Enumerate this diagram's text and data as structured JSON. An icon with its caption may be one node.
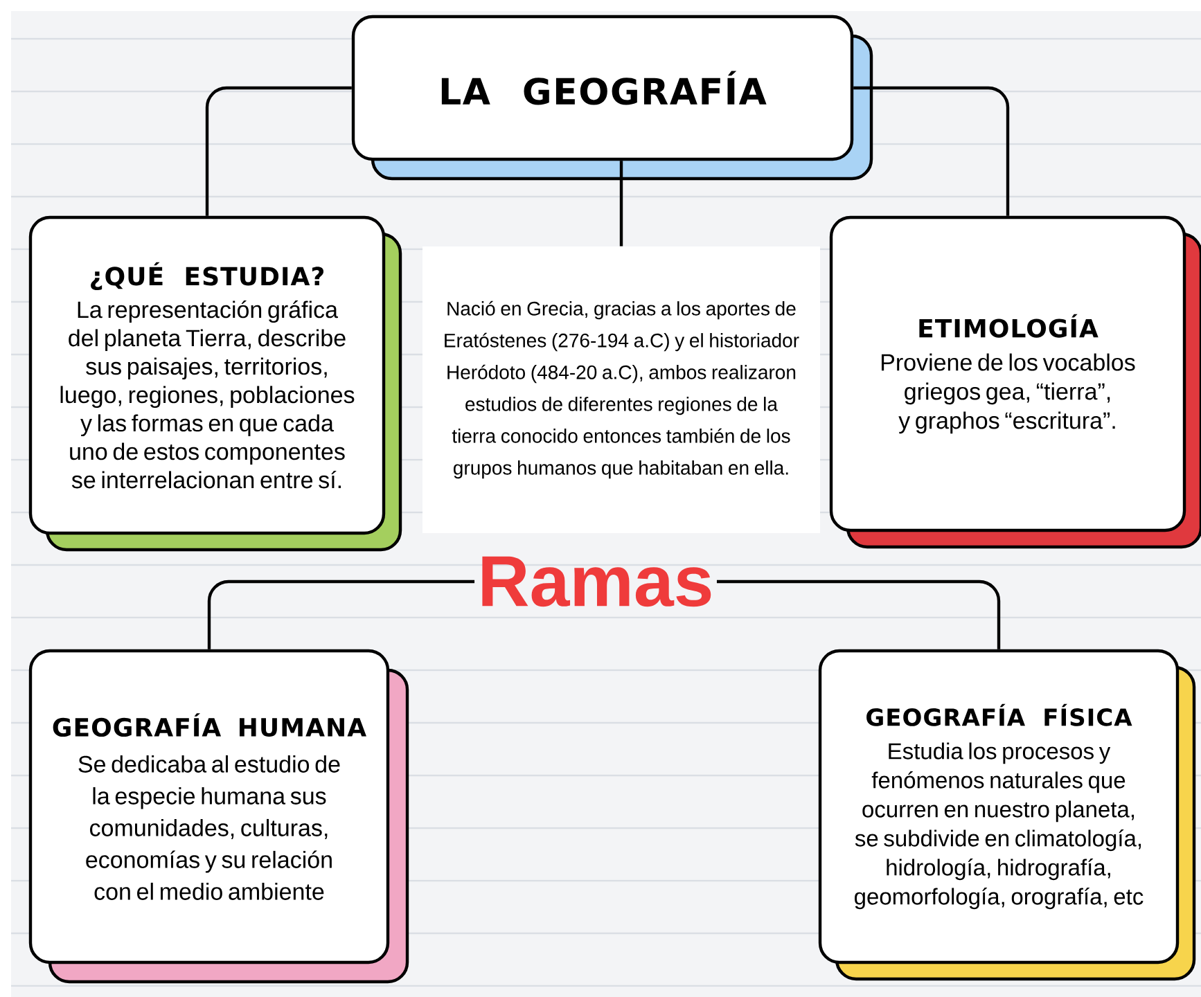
{
  "diagram": {
    "nodes": [
      {
        "text": [
          "LA GEOGRAFÍA"
        ]
      },
      {
        "text": [
          "¿QUÉ ESTUDIA?",
          "La representación gráfica del planeta Tierra, describe sus paisajes, territorios, luego, regiones, poblaciones y las formas en que cada uno de estos componentes se interrelacionan entre sí."
        ]
      },
      {
        "text": [
          "Nació en Grecia, gracias a los aportes de Eratóstenes (276-194 a.C) y el historiador Heródoto (484-20 a.C), ambos realizaron estudios de diferentes regiones de la tierra conocido entonces también de los grupos humanos que habitaban en ella."
        ]
      },
      {
        "text": [
          "ETIMOLOGÍA",
          "Proviene de los vocablos griegos gea, “tierra”, y graphos “escritura”."
        ]
      },
      {
        "text": [
          "Ramas"
        ]
      },
      {
        "text": [
          "GEOGRAFÍA HUMANA",
          "Se dedicaba al estudio de la especie humana sus comunidades, culturas, economías y su relación con el medio ambiente"
        ]
      },
      {
        "text": [
          "GEOGRAFÍA FÍSICA",
          "Estudia los procesos y fenómenos naturales que ocurren en nuestro planeta, se subdivide en climatología, hidrología, hidrografía, geomorfología, orografía, etc"
        ]
      }
    ],
    "edges": [
      {
        "from": 0,
        "to": 1,
        "arrow": "none"
      },
      {
        "from": 0,
        "to": 2,
        "arrow": "none"
      },
      {
        "from": 0,
        "to": 3,
        "arrow": "none"
      },
      {
        "from": 4,
        "to": 5,
        "arrow": "none"
      },
      {
        "from": 4,
        "to": 6,
        "arrow": "none"
      }
    ]
  }
}
